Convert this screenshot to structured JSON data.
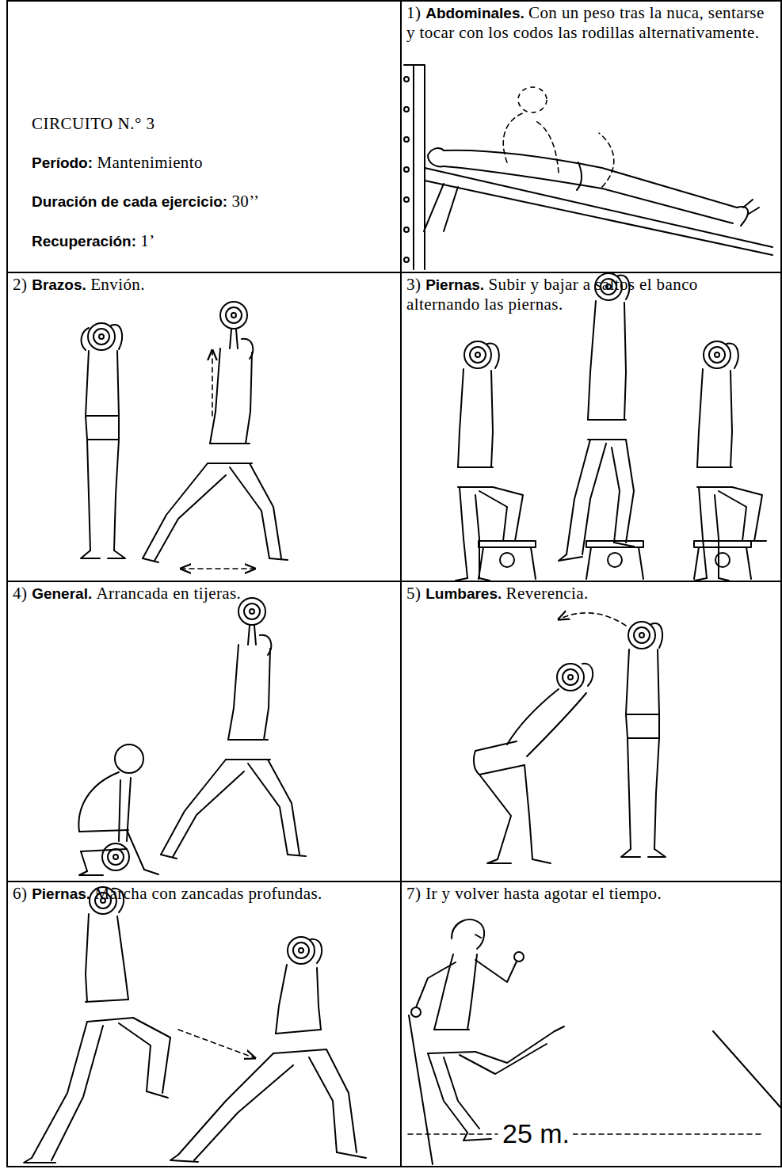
{
  "diagram": {
    "nodes": [
      {
        "text": [
          "CIRCUITO N.° 3",
          "Período:",
          "Mantenimiento",
          "Duración de cada ejercicio:",
          "30’’",
          "Recuperación:",
          "1’"
        ]
      },
      {
        "text": [
          "1)",
          "Abdominales.",
          "Con un peso tras la nuca, sentarse y tocar con los codos las rodillas alternativamente."
        ]
      },
      {
        "text": [
          "2)",
          "Brazos.",
          "Envión."
        ]
      },
      {
        "text": [
          "3)",
          "Piernas.",
          "Subir y bajar a saltos el banco alternando las piernas."
        ]
      },
      {
        "text": [
          "4)",
          "General.",
          "Arrancada en tijeras."
        ]
      },
      {
        "text": [
          "5)",
          "Lumbares.",
          "Reverencia."
        ]
      },
      {
        "text": [
          "6)",
          "Piernas.",
          "Marcha con zancadas profundas."
        ]
      },
      {
        "text": [
          "7)",
          "Ir y volver hasta agotar el tiempo."
        ]
      }
    ],
    "labels": [
      "25 m."
    ]
  }
}
